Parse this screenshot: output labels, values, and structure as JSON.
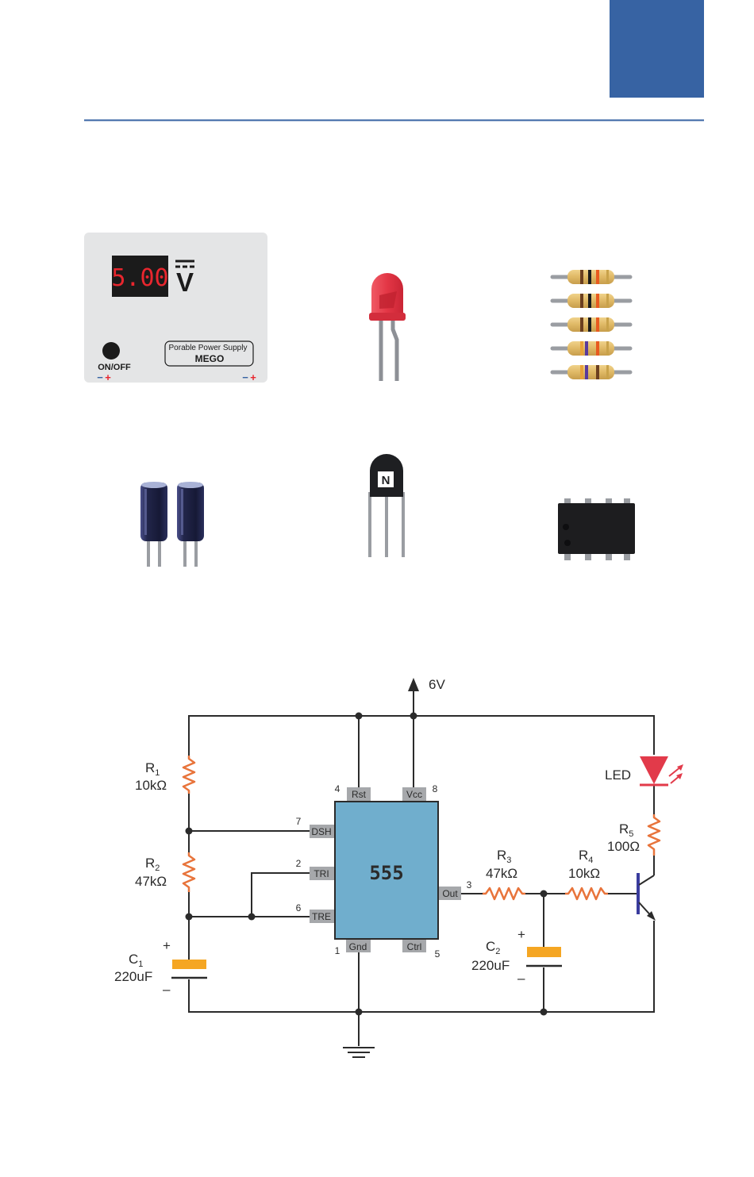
{
  "colors": {
    "header_block": "#3763a3",
    "header_rule": "#3763a3",
    "wire": "#2b2b2b",
    "resistor": "#e8743b",
    "capacitor_plate": "#f5a623",
    "ic_body": "#70aecd",
    "pin_label_bg": "#a6a8ab",
    "led_red": "#e23a4a",
    "transistor": "#3a3c9e"
  },
  "components": {
    "power_supply": {
      "display_value": "5.00",
      "unit_symbol": "V",
      "switch_label": "ON/OFF",
      "brand_caption": "Porable Power Supply",
      "brand_name": "MEGO",
      "minus_sign": "−",
      "plus_sign": "+"
    },
    "transistor_marking": "N"
  },
  "schematic": {
    "supply_label": "6V",
    "ic_label": "555",
    "pins": {
      "rst": "Rst",
      "vcc": "Vcc",
      "dsh": "DSH",
      "tri": "TRI",
      "tre": "TRE",
      "out": "Out",
      "gnd": "Gnd",
      "ctrl": "Ctrl"
    },
    "pin_numbers": {
      "rst": "4",
      "vcc": "8",
      "dsh": "7",
      "tri": "2",
      "tre": "6",
      "out": "3",
      "gnd": "1",
      "ctrl": "5"
    },
    "r1": {
      "letter": "R",
      "sub": "1",
      "value": "10kΩ"
    },
    "r2": {
      "letter": "R",
      "sub": "2",
      "value": "47kΩ"
    },
    "r3": {
      "letter": "R",
      "sub": "3",
      "value": "47kΩ"
    },
    "r4": {
      "letter": "R",
      "sub": "4",
      "value": "10kΩ"
    },
    "r5": {
      "letter": "R",
      "sub": "5",
      "value": "100Ω"
    },
    "c1": {
      "letter": "C",
      "sub": "1",
      "value": "220uF",
      "plus": "+",
      "minus": "–"
    },
    "c2": {
      "letter": "C",
      "sub": "2",
      "value": "220uF",
      "plus": "+",
      "minus": "–"
    },
    "led_label": "LED"
  }
}
